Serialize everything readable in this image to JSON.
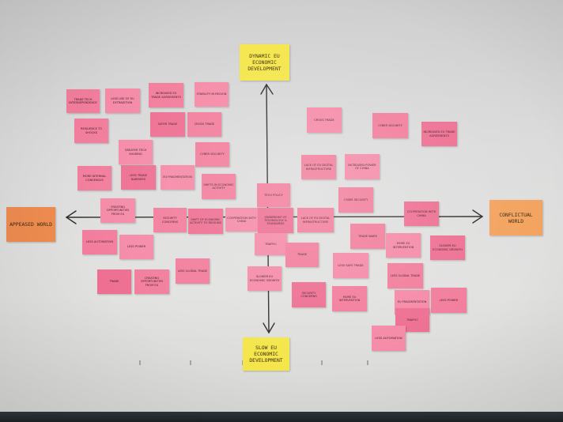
{
  "axes": {
    "top": "DYNAMIC EU ECONOMIC DEVELOPMENT",
    "bottom": "SLOW EU ECONOMIC DEVELOPMENT",
    "left": "APPEASED WORLD",
    "right": "CONFLICTUAL WORLD"
  },
  "notes": {
    "n01": "TRADE TECH INTERDEPENDENCE",
    "n02": "LESS USE OF EU EXTRADITION",
    "n03": "INCREASED EU TRADE AGREEMENTS",
    "n04": "STABILITY IN REGION",
    "n05": "SAFER TRADE",
    "n06": "CROSS TRADE",
    "n07": "RESILIENCE TO SHOCKS",
    "n08": "LESS TRADE BARRIERS",
    "n09": "GREATER TECH SHARING",
    "n10": "CYBER SECURITY",
    "n11": "SHIFTS IN ECONOMIC ACTIVITY",
    "n12": "TECH POLICY",
    "n13": "MORE INTERNAL CONSENSUS",
    "n14": "SHIFT OF ECONOMIC ACTIVITY TO REGIONS",
    "n15": "COOPERATION WITH CHINA",
    "n16": "OWNERSHIP OF TECHNOLOGY & STANDARDS",
    "n17": "LACK OF EU DIGITAL INFRASTRUCTURE",
    "n18": "TRADE WARS",
    "n19": "INCREASED POWER OF CHINA",
    "n20": "TRAFFIC",
    "n21": "TRADE",
    "n22": "LESS SAFE TRADE",
    "n23": "MORE EU INTERVENTION",
    "n24": "CREATING OPPORTUNITIES FROM EU",
    "n25": "LESS AUTOMATION",
    "n26": "SLOWER EU ECONOMIC GROWTH",
    "n27": "LESS GLOBAL TRADE",
    "n28": "EU FRAGMENTATION",
    "n29": "LESS POWER",
    "n30": "SECURITY CONCERNS"
  }
}
